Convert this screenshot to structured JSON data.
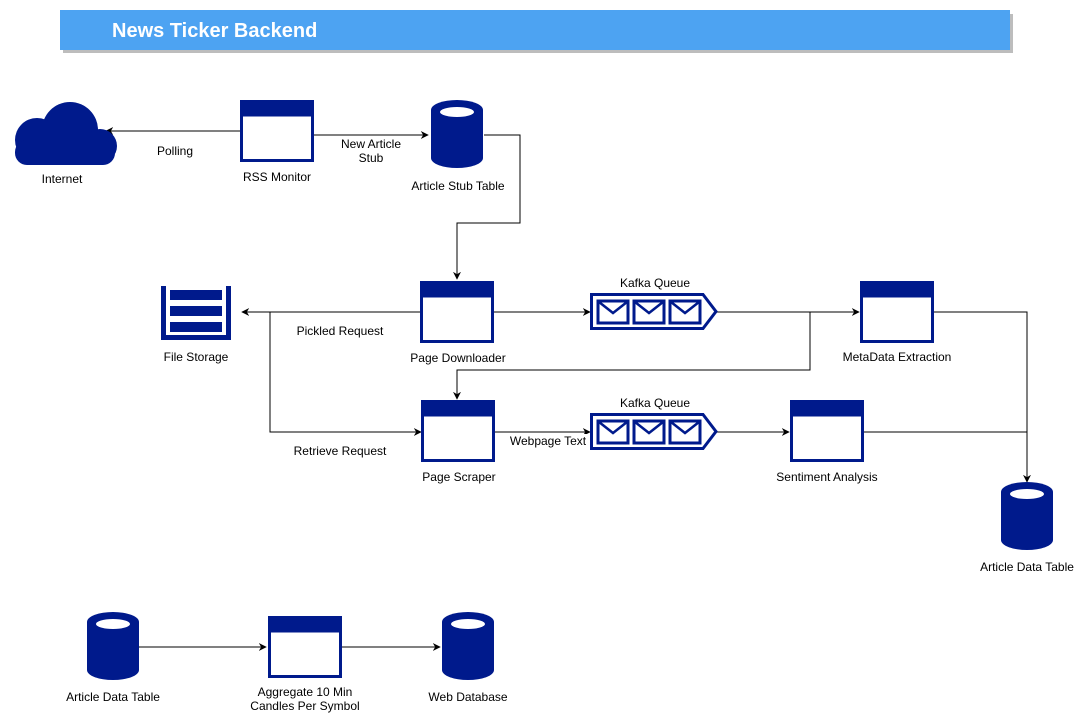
{
  "title": "News Ticker Backend",
  "colors": {
    "banner": "#4da3f2",
    "banner_shadow": "#bdbdbd",
    "node": "#001a8c",
    "edge": "#000000"
  },
  "nodes": {
    "internet": "Internet",
    "rss_monitor": "RSS Monitor",
    "article_stub_table": "Article Stub Table",
    "file_storage": "File Storage",
    "page_downloader": "Page Downloader",
    "kafka_queue_1": "Kafka Queue",
    "metadata_extraction": "MetaData Extraction",
    "page_scraper": "Page Scraper",
    "kafka_queue_2": "Kafka Queue",
    "sentiment_analysis": "Sentiment Analysis",
    "article_data_table": "Article Data Table",
    "article_data_table_2": "Article Data Table",
    "aggregate": [
      "Aggregate 10 Min",
      "Candles Per Symbol"
    ],
    "web_database": "Web Database"
  },
  "edges": {
    "polling": "Polling",
    "new_article_stub": [
      "New Article",
      "Stub"
    ],
    "pickled_request": "Pickled Request",
    "retrieve_request": "Retrieve Request",
    "webpage_text": "Webpage Text"
  }
}
